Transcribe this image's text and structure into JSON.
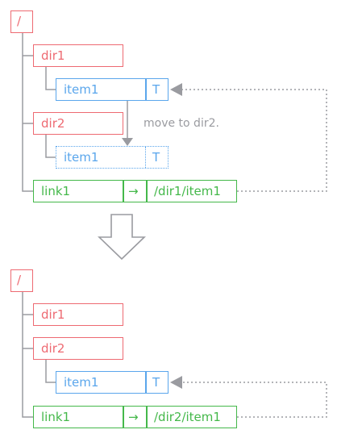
{
  "colors": {
    "dir": "#ee6a72",
    "file": "#5aa6ec",
    "link": "#44b84a",
    "line": "#9a9ba0"
  },
  "before": {
    "root": "/",
    "dir1": "dir1",
    "item1": "item1",
    "item1_type": "T",
    "dir2": "dir2",
    "ghost_item1": "item1",
    "ghost_item1_type": "T",
    "link1": "link1",
    "link_arrow": "→",
    "link_target": "/dir1/item1"
  },
  "move_note": "move to dir2.",
  "after": {
    "root": "/",
    "dir1": "dir1",
    "dir2": "dir2",
    "item1": "item1",
    "item1_type": "T",
    "link1": "link1",
    "link_arrow": "→",
    "link_target": "/dir2/item1"
  }
}
